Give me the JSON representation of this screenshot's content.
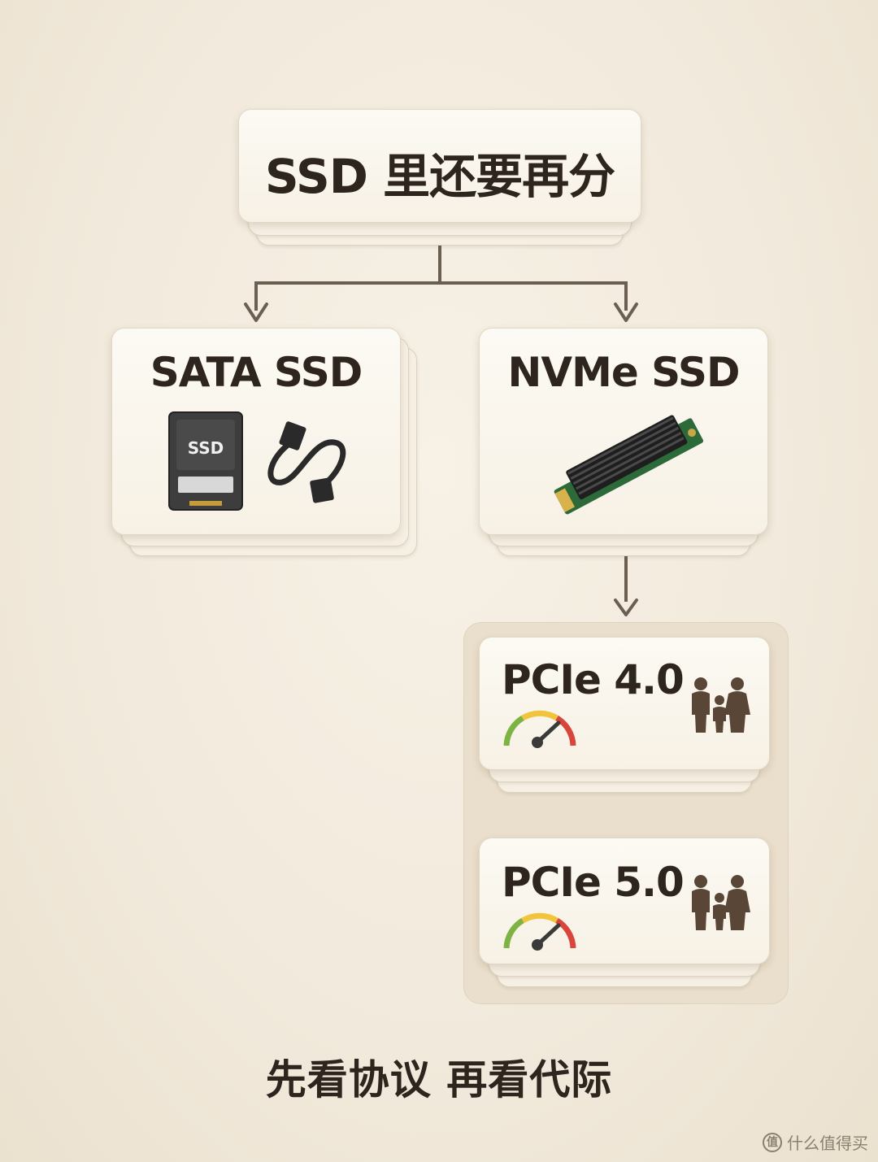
{
  "root": {
    "label": "SSD 里还要再分"
  },
  "branches": {
    "sata": {
      "label": "SATA SSD",
      "drive_label": "SSD",
      "icons": [
        "ssd-drive-icon",
        "sata-cable-icon"
      ]
    },
    "nvme": {
      "label": "NVMe SSD",
      "icons": [
        "m2-ssd-heatsink-icon"
      ]
    }
  },
  "generations": [
    {
      "label": "PCIe 4.0",
      "icons": [
        "speedometer-icon",
        "family-icon"
      ]
    },
    {
      "label": "PCIe 5.0",
      "icons": [
        "speedometer-icon",
        "family-icon"
      ]
    }
  ],
  "caption": "先看协议 再看代际",
  "watermark": {
    "text": "什么值得买",
    "logo": "值"
  },
  "colors": {
    "card": "#f8f3e9",
    "background": "#f3ecdf",
    "arrow": "#6b5f52",
    "text": "#2e261e",
    "gauge_green": "#7cb342",
    "gauge_yellow": "#f2c43c",
    "gauge_red": "#d9453a"
  }
}
